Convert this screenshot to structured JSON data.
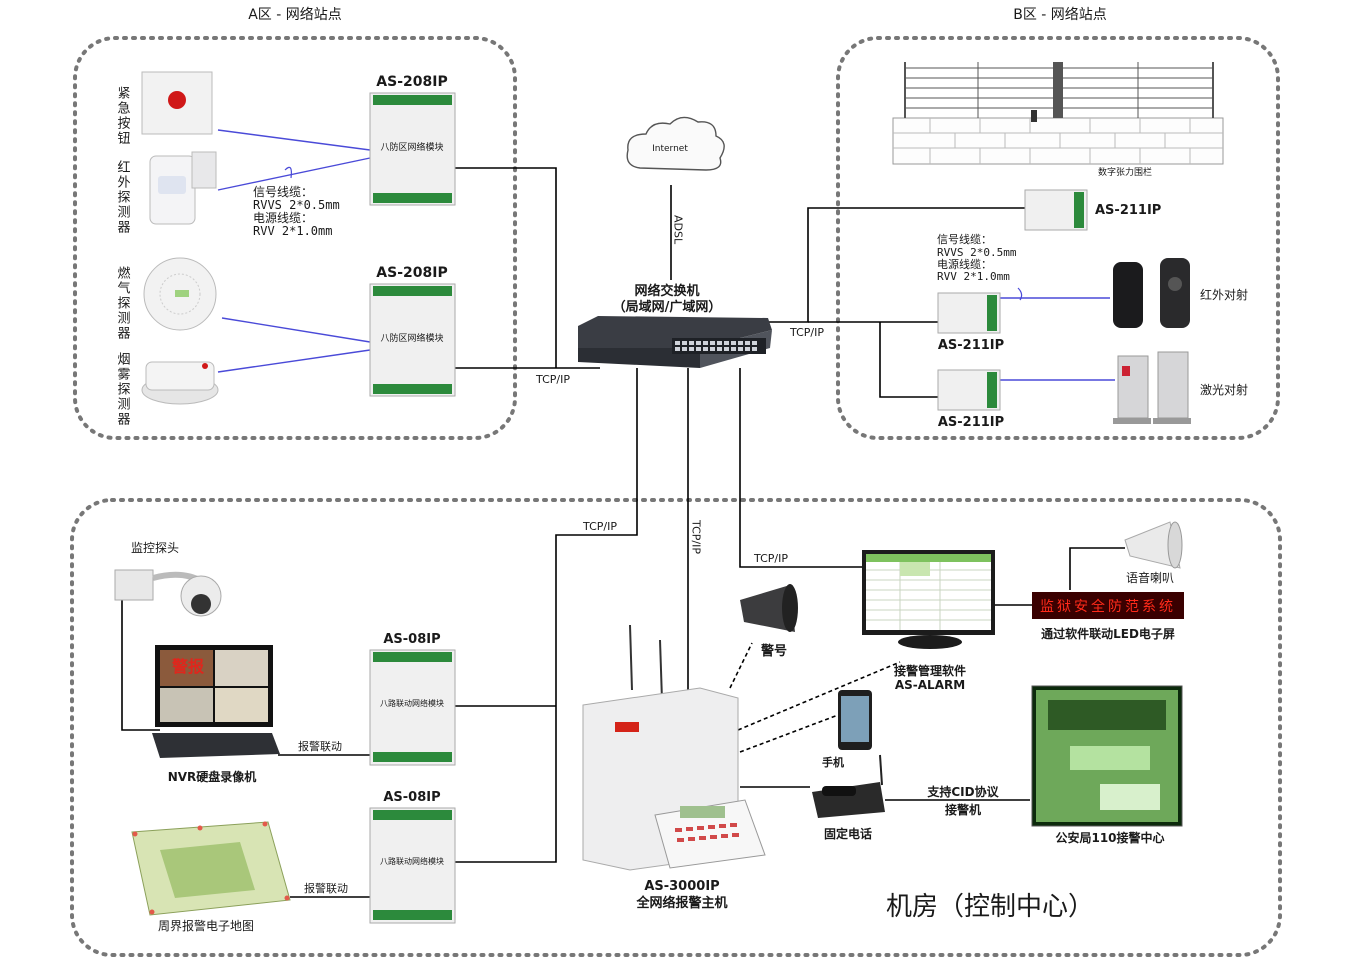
{
  "zones": {
    "a_title": "A区 - 网络站点",
    "b_title": "B区 - 网络站点",
    "control_title": "机房（控制中心）"
  },
  "zone_a": {
    "device_1": {
      "model": "AS-208IP",
      "module_label": "八防区网络模块"
    },
    "device_2": {
      "model": "AS-208IP",
      "module_label": "八防区网络模块"
    },
    "sensors": {
      "emergency_button": "紧急按钮",
      "infrared_detector": "红外探测器",
      "gas_detector": "燃气探测器",
      "smoke_detector": "烟雾探测器"
    },
    "cable": {
      "line1": "信号线缆：",
      "line2": "RVVS 2*0.5mm",
      "line3": "电源线缆：",
      "line4": "RVV 2*1.0mm"
    }
  },
  "zone_b": {
    "fence_caption": "数字张力围栏",
    "device_top": "AS-211IP",
    "device_mid": "AS-211IP",
    "device_bot": "AS-211IP",
    "cable": {
      "line1": "信号线缆：",
      "line2": "RVVS 2*0.5mm",
      "line3": "电源线缆：",
      "line4": "RVV 2*1.0mm"
    },
    "infrared_beam": "红外对射",
    "laser_beam": "激光对射"
  },
  "network": {
    "internet_label": "Internet",
    "adsl_label": "ADSL",
    "switch_line1": "网络交换机",
    "switch_line2": "（局域网/广域网）",
    "tcp_a": "TCP/IP",
    "tcp_b": "TCP/IP",
    "tcp_ctrl_left": "TCP/IP",
    "tcp_ctrl_mid": "TCP/IP",
    "tcp_ctrl_right": "TCP/IP"
  },
  "control": {
    "camera_label": "监控探头",
    "nvr_label": "NVR硬盘录像机",
    "nvr_screen_text": "警报",
    "link_1": "报警联动",
    "link_2": "报警联动",
    "module_1": {
      "model": "AS-08IP",
      "module_label": "八路联动网络模块"
    },
    "module_2": {
      "model": "AS-08IP",
      "module_label": "八路联动网络模块"
    },
    "map_label": "周界报警电子地图",
    "host_line1": "AS-3000IP",
    "host_line2": "全网络报警主机",
    "siren_label": "警号",
    "software_line1": "接警管理软件",
    "software_line2": "AS-ALARM",
    "speaker_label": "语音喇叭",
    "led_text": "监狱安全防范系统",
    "led_caption": "通过软件联动LED电子屏",
    "phone_label": "手机",
    "landline_label": "固定电话",
    "cid_line1": "支持CID协议",
    "cid_line2": "接警机",
    "police_label": "公安局110接警中心"
  },
  "colors": {
    "link_line": "#000000",
    "signal_line": "#3a3ad0",
    "led_bg": "#3a0000",
    "led_text": "#ff2a1a",
    "module_green": "#2c8a3c",
    "dotted_border": "#777777"
  }
}
